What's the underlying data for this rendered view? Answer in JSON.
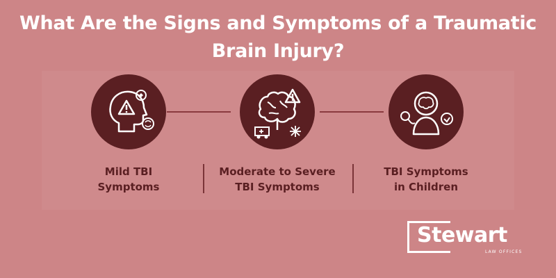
{
  "title": {
    "line1": "What Are the Signs and Symptoms of a Traumatic",
    "line2": "Brain Injury?"
  },
  "items": [
    {
      "line1": "Mild TBI",
      "line2": "Symptoms",
      "icon": "head-warning-icon"
    },
    {
      "line1": "Moderate to Severe",
      "line2": "TBI Symptoms",
      "icon": "brain-warning-icon"
    },
    {
      "line1": "TBI Symptoms",
      "line2": "in Children",
      "icon": "child-brain-icon"
    }
  ],
  "logo": {
    "word": "Stewart",
    "subtitle": "LAW OFFICES"
  },
  "colors": {
    "background": "#cd8587",
    "circle": "#5a1f22",
    "label": "#5a1f22",
    "title": "#ffffff"
  }
}
